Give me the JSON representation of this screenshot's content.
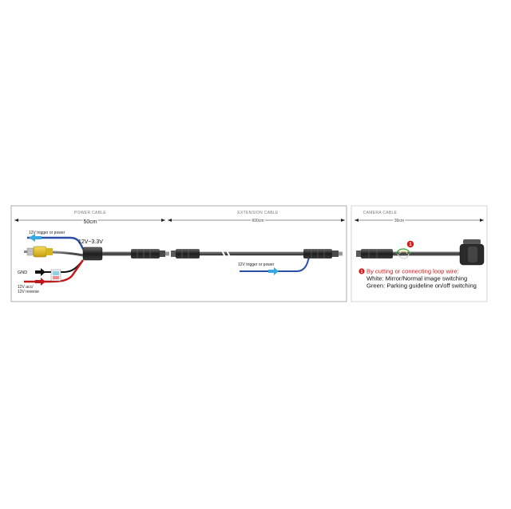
{
  "sections": {
    "power": {
      "title": "POWER CABLE",
      "length": "50cm"
    },
    "extension": {
      "title": "EXTENSION CABLE",
      "length": "600cm"
    },
    "camera": {
      "title": "CAMERA CABLE",
      "length": "30cm"
    }
  },
  "labels": {
    "trigger_top": "12V trigger or power",
    "voltage": "12V~3.3V",
    "gnd": "GND",
    "acc": "12V acc/",
    "reverse": "12V reverse",
    "trigger_ext": "12V trigger or power"
  },
  "note": {
    "badge": "1",
    "title": "By cutting or connecting loop wire:",
    "white": "White: Mirror/Normal image switching",
    "green": "Green: Parking guideline on/off switching"
  },
  "colors": {
    "cable": "#4a4a4a",
    "blue_wire": "#2a4fa8",
    "red_wire": "#c01818",
    "rca_yellow": "#e6c21a",
    "arrow_blue": "#38a8e0",
    "badge_red": "#d21a1a",
    "frame": "#999999"
  }
}
